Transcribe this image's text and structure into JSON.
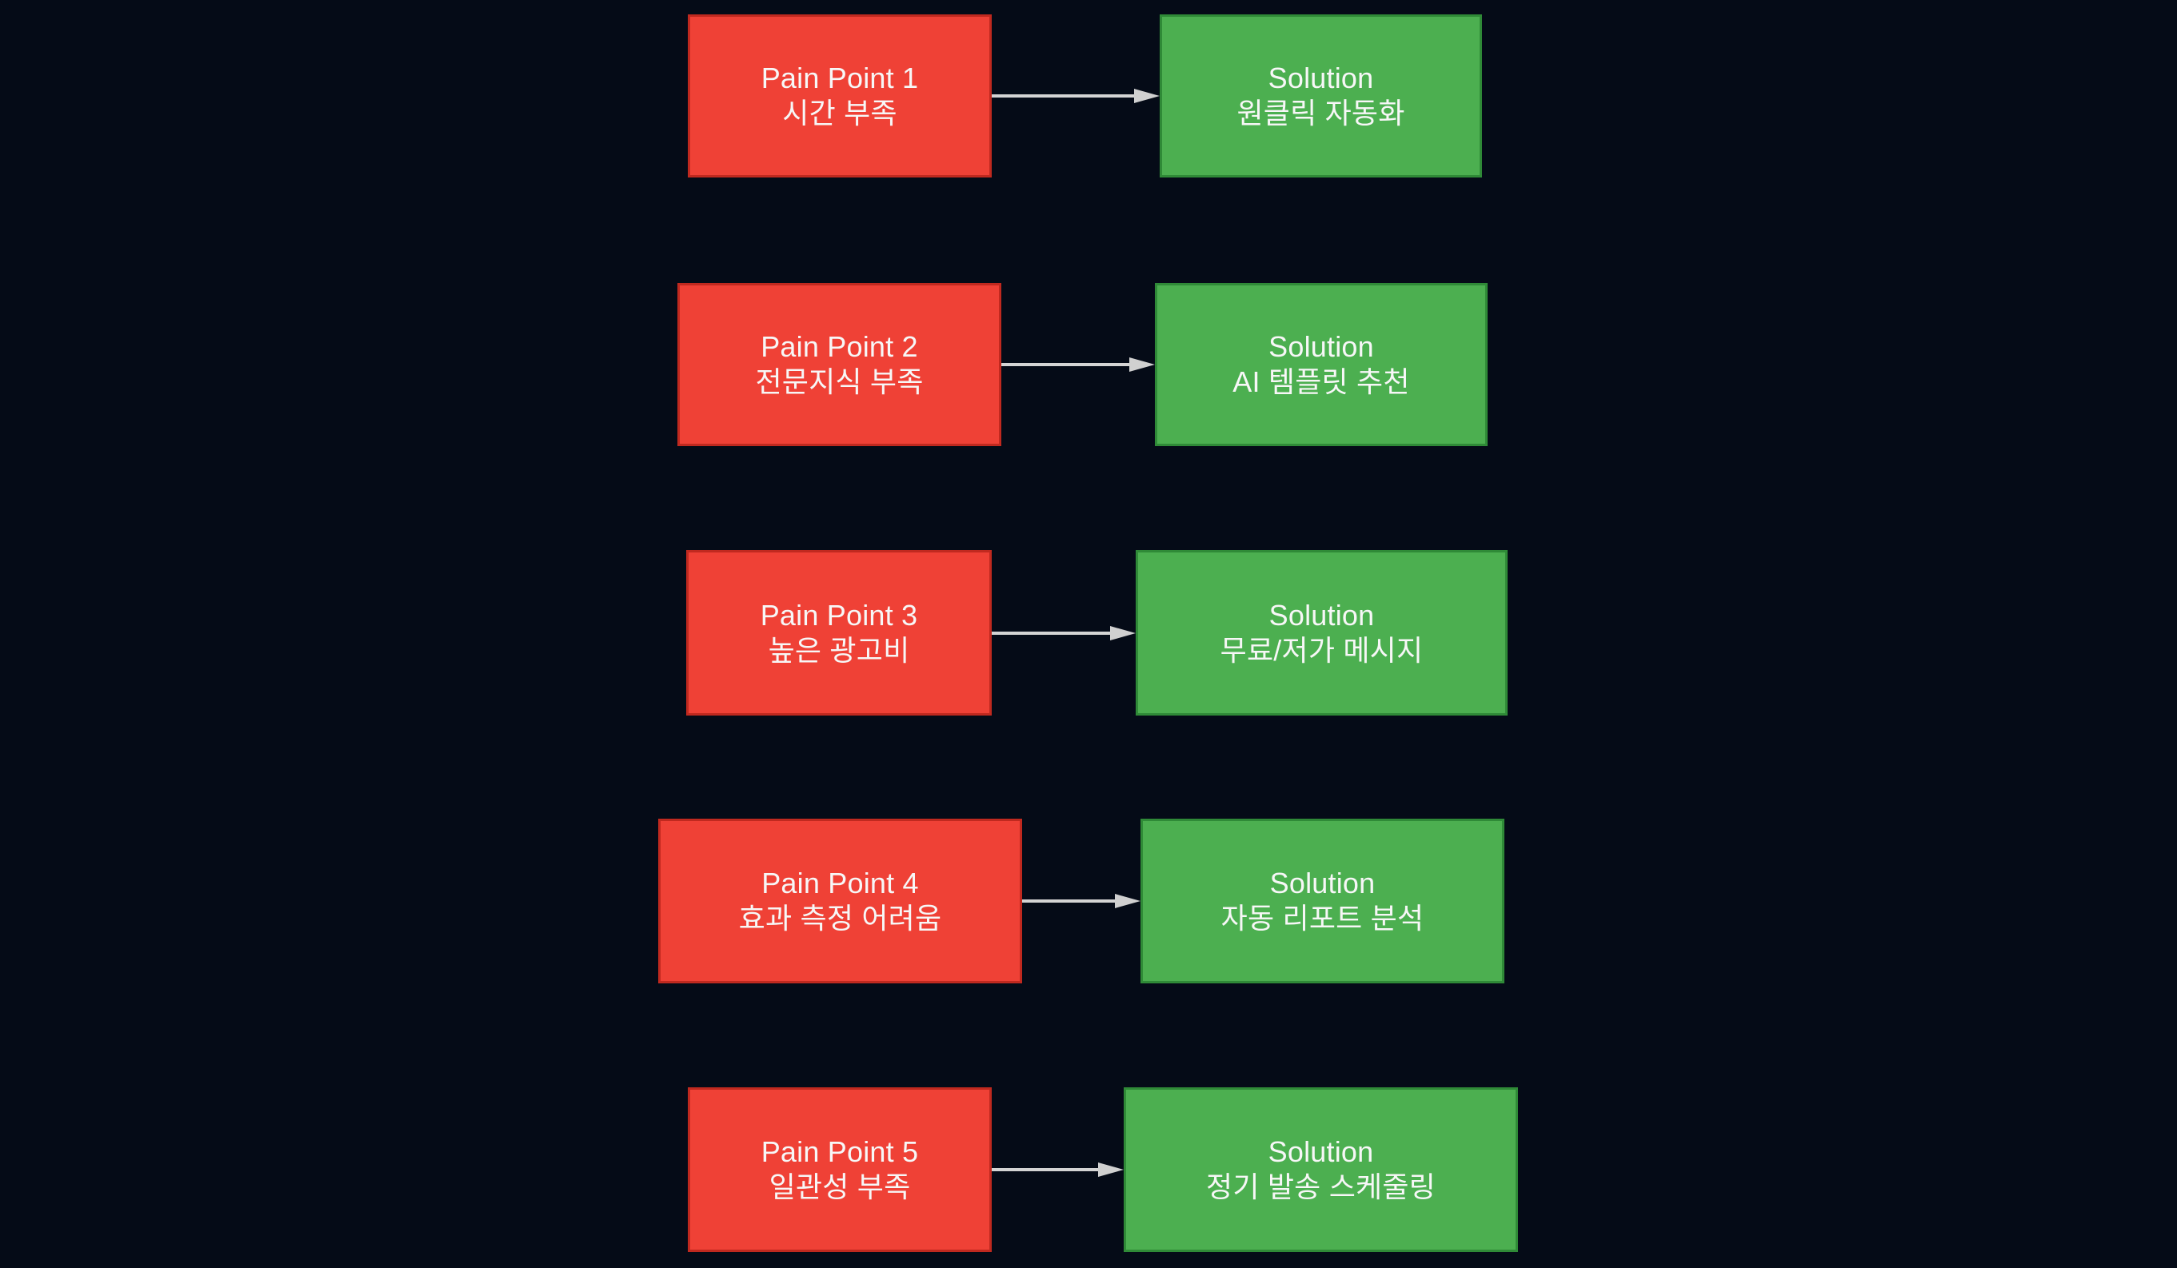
{
  "diagram": {
    "type": "flow-diagram",
    "title_visible": false,
    "background_color": "#050b17",
    "pain_color": "#ef4136",
    "pain_border_color": "#c0291f",
    "solution_color": "#4caf50",
    "solution_border_color": "#2f8a37",
    "text_color": "#f7f7f7",
    "arrow_color": "#d4d4d4",
    "rows": [
      {
        "pain": {
          "line1": "Pain Point 1",
          "line2": "시간 부족"
        },
        "solution": {
          "line1": "Solution",
          "line2": "원클릭 자동화"
        },
        "connector": "arrow-right"
      },
      {
        "pain": {
          "line1": "Pain Point 2",
          "line2": "전문지식 부족"
        },
        "solution": {
          "line1": "Solution",
          "line2": "AI 템플릿 추천"
        },
        "connector": "arrow-right"
      },
      {
        "pain": {
          "line1": "Pain Point 3",
          "line2": "높은 광고비"
        },
        "solution": {
          "line1": "Solution",
          "line2": "무료/저가 메시지"
        },
        "connector": "arrow-right"
      },
      {
        "pain": {
          "line1": "Pain Point 4",
          "line2": "효과 측정 어려움"
        },
        "solution": {
          "line1": "Solution",
          "line2": "자동 리포트 분석"
        },
        "connector": "arrow-right"
      },
      {
        "pain": {
          "line1": "Pain Point 5",
          "line2": "일관성 부족"
        },
        "solution": {
          "line1": "Solution",
          "line2": "정기 발송 스케줄링"
        },
        "connector": "arrow-right"
      }
    ]
  }
}
